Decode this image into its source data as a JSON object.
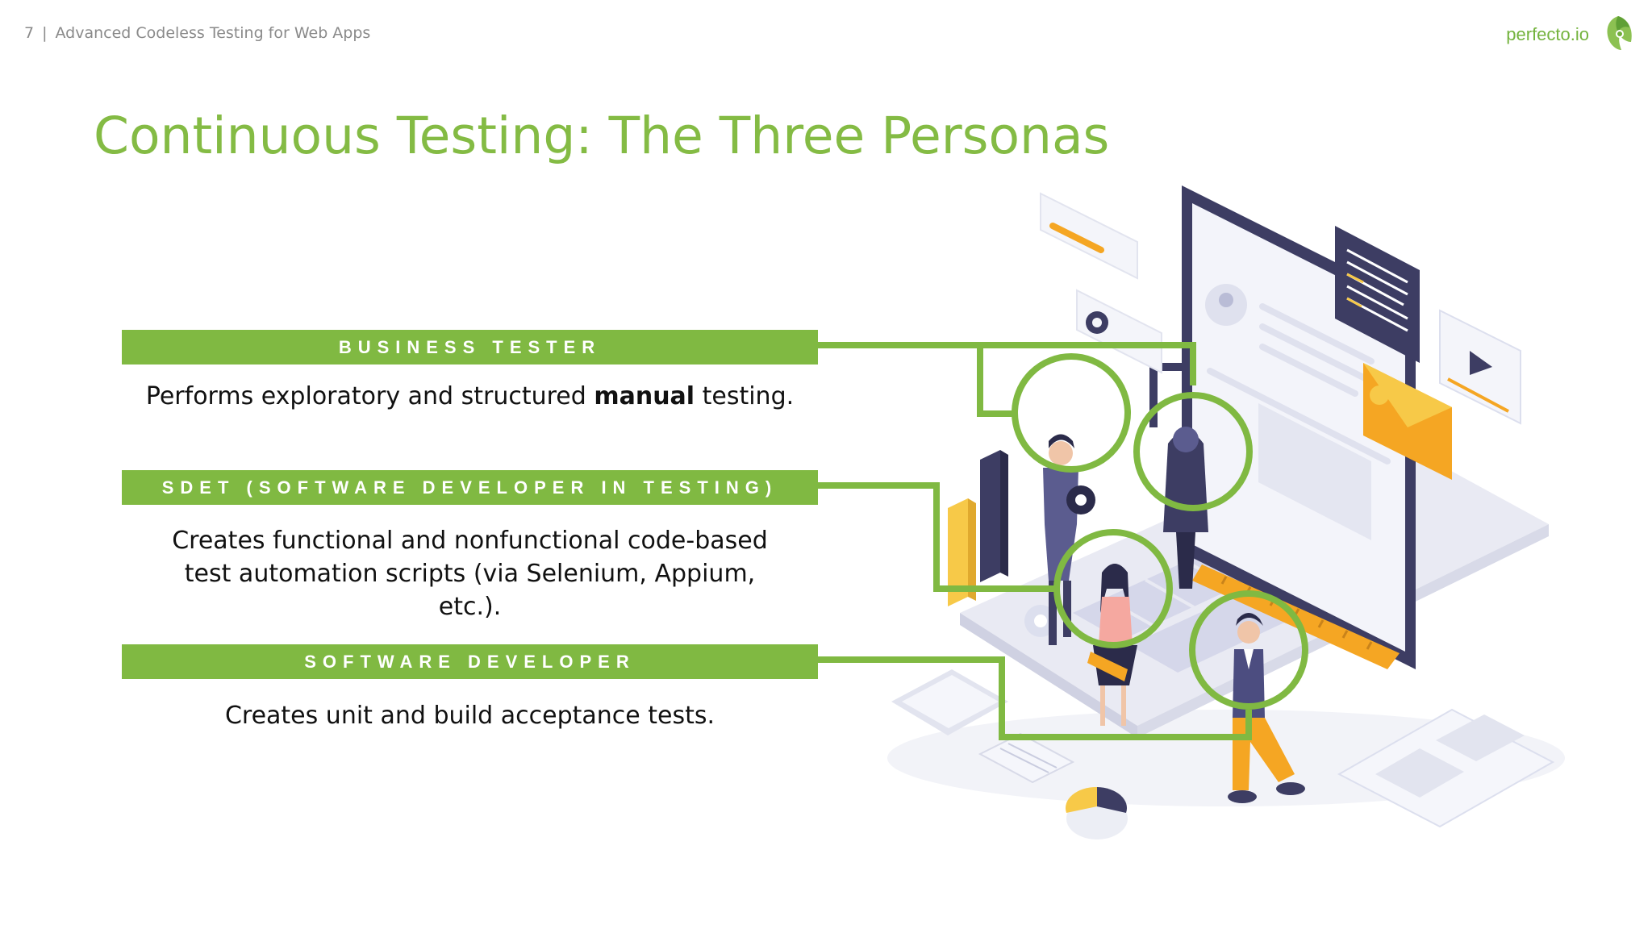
{
  "header": {
    "page_number": "7",
    "separator": "|",
    "deck_title": "Advanced Codeless Testing for Web Apps"
  },
  "brand": {
    "name": "perfecto.io",
    "logo_icon": "perfecto-leaf-icon",
    "color": "#74b33e"
  },
  "slide": {
    "title": "Continuous Testing: The Three Personas"
  },
  "personas": [
    {
      "label": "BUSINESS TESTER",
      "desc_before": "Performs exploratory and structured ",
      "desc_bold": "manual",
      "desc_after": " testing."
    },
    {
      "label": "SDET (SOFTWARE DEVELOPER IN TESTING)",
      "desc": "Creates functional and nonfunctional code-based test automation scripts (via Selenium, Appium, etc.)."
    },
    {
      "label": "SOFTWARE DEVELOPER",
      "desc": "Creates unit and build acceptance tests."
    }
  ],
  "colors": {
    "accent_green": "#80b942",
    "title_green": "#84bb44",
    "illustration_navy": "#3d3d63",
    "illustration_orange": "#f5a623",
    "illustration_yellow": "#f7c948"
  }
}
